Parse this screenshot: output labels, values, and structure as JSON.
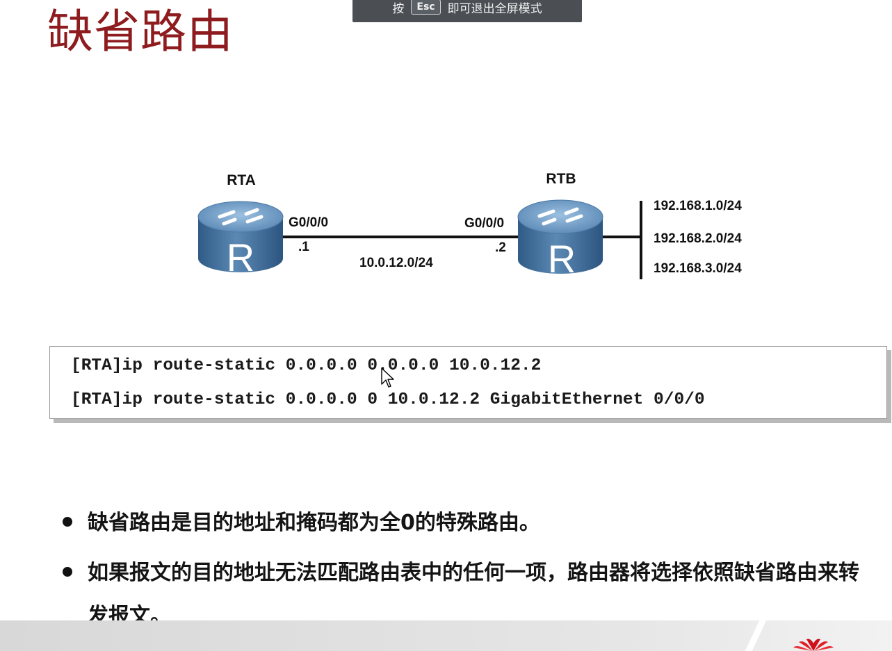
{
  "slide": {
    "title": "缺省路由"
  },
  "fullscreen_banner": {
    "press": "按",
    "key": "Esc",
    "hint": "即可退出全屏模式"
  },
  "diagram": {
    "router_a": {
      "name": "RTA",
      "interface": "G0/0/0",
      "host": ".1"
    },
    "router_b": {
      "name": "RTB",
      "interface": "G0/0/0",
      "host": ".2"
    },
    "link_network": "10.0.12.0/24",
    "router_glyph": "R",
    "networks": [
      "192.168.1.0/24",
      "192.168.2.0/24",
      "192.168.3.0/24"
    ]
  },
  "commands": [
    "[RTA]ip route-static 0.0.0.0 0.0.0.0 10.0.12.2",
    "[RTA]ip route-static 0.0.0.0 0 10.0.12.2 GigabitEthernet 0/0/0"
  ],
  "bullets": [
    "缺省路由是目的地址和掩码都为全0的特殊路由。",
    "如果报文的目的地址无法匹配路由表中的任何一项，路由器将选择依照缺省路由来转发报文。"
  ],
  "colors": {
    "title": "#8e1b1e",
    "router_body": "#3f6e9a",
    "router_top": "#6f9cc4"
  }
}
